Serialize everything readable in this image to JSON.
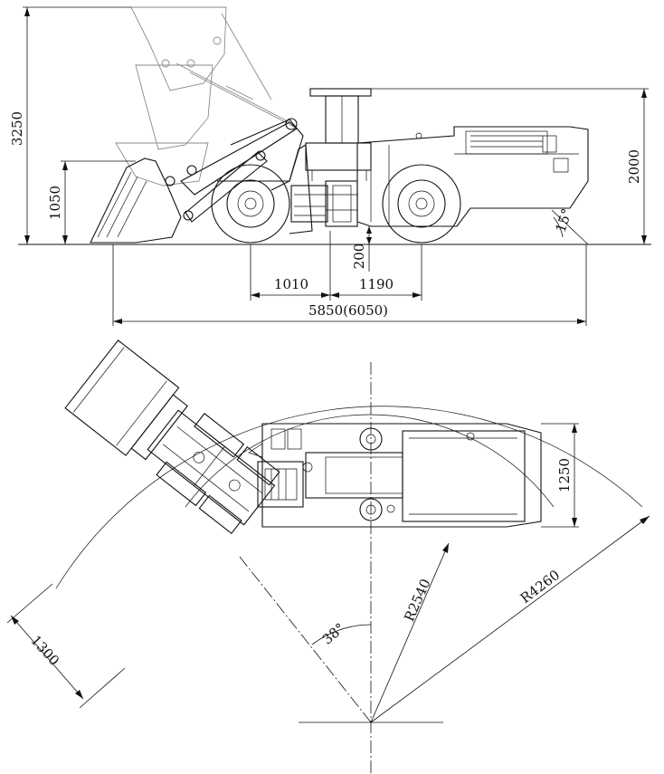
{
  "side_view": {
    "dim_height_raised": "3250",
    "dim_height_bucket": "1050",
    "dim_height_machine": "2000",
    "dim_front_axle": "1010",
    "dim_rear_axle": "1190",
    "dim_ground_clearance": "200",
    "dim_overall_length": "5850(6050)",
    "dim_departure_angle": "15°"
  },
  "top_view": {
    "dim_bucket_width": "1300",
    "dim_body_width": "1250",
    "dim_inner_radius": "R2540",
    "dim_outer_radius": "R4260",
    "dim_articulation_angle": "38°"
  },
  "colors": {
    "line": "#111111",
    "ghost": "#8a8a8a",
    "background": "#ffffff"
  }
}
